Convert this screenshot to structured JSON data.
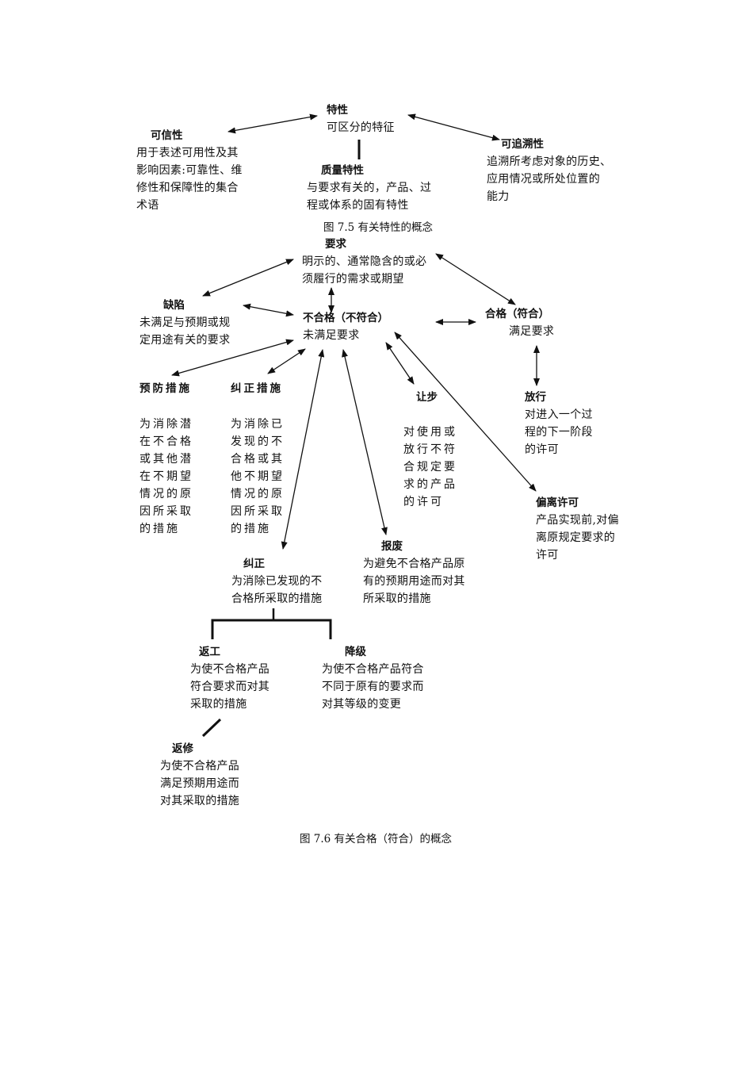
{
  "figure_1": {
    "caption": "图 7.5 有关特性的概念",
    "nodes": {
      "characteristic": {
        "title": "特性",
        "desc": "可区分的特征"
      },
      "dependability": {
        "title": "可信性",
        "desc": "用于表述可用性及其\n影响因素:可靠性、维\n修性和保障性的集合\n术语"
      },
      "quality_characteristic": {
        "title": "质量特性",
        "desc": "与要求有关的，产品、过\n程或体系的固有特性"
      },
      "traceability": {
        "title": "可追溯性",
        "desc": "追溯所考虑对象的历史、\n应用情况或所处位置的\n能力"
      }
    }
  },
  "figure_2": {
    "caption": "图 7.6 有关合格（符合）的概念",
    "nodes": {
      "requirement": {
        "title": "要求",
        "desc": "明示的、通常隐含的或必\n须履行的需求或期望"
      },
      "defect": {
        "title": "缺陷",
        "desc": "未满足与预期或规\n定用途有关的要求"
      },
      "nonconformity": {
        "title": "不合格（不符合）",
        "desc": "未满足要求"
      },
      "conformity": {
        "title": "合格（符合）",
        "desc": "满足要求"
      },
      "preventive_action": {
        "title": "预防措施",
        "desc": "为消除潜\n在不合格\n或其他潜\n在不期望\n情况的原\n因所采取\n的措施"
      },
      "corrective_action": {
        "title": "纠正措施",
        "desc": "为消除已\n发现的不\n合格或其\n他不期望\n情况的原\n因所采取\n的措施"
      },
      "concession": {
        "title": "让步",
        "desc": "对使用或\n放行不符\n合规定要\n求的产品\n的许可"
      },
      "release": {
        "title": "放行",
        "desc": "对进入一个过\n程的下一阶段\n的许可"
      },
      "deviation_permit": {
        "title": "偏离许可",
        "desc": "产品实现前,对偏\n离原规定要求的\n许可"
      },
      "correction": {
        "title": "纠正",
        "desc": "为消除已发现的不\n合格所采取的措施"
      },
      "scrap": {
        "title": "报废",
        "desc": "为避免不合格产品原\n有的预期用途而对其\n所采取的措施"
      },
      "rework": {
        "title": "返工",
        "desc": "为使不合格产品\n符合要求而对其\n采取的措施"
      },
      "regrade": {
        "title": "降级",
        "desc": "为使不合格产品符合\n不同于原有的要求而\n对其等级的变更"
      },
      "repair": {
        "title": "返修",
        "desc": "为使不合格产品\n满足预期用途而\n对其采取的措施"
      }
    }
  },
  "colors": {
    "ink": "#111111",
    "background": "#ffffff"
  }
}
